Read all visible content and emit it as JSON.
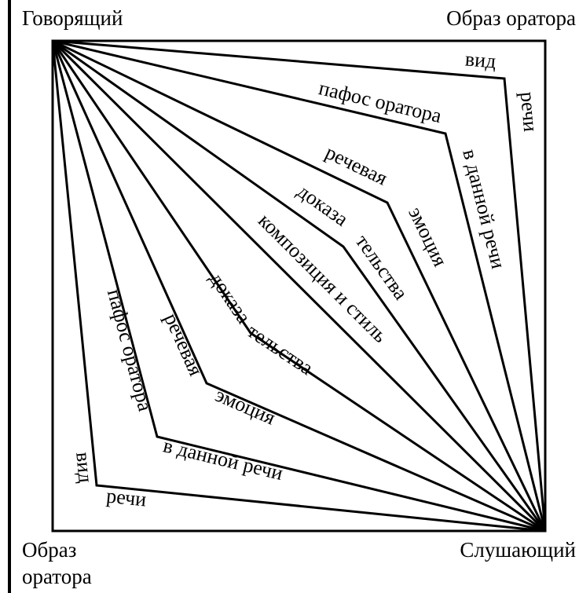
{
  "labels": {
    "top_left": "Говорящий",
    "top_right": "Образ оратора",
    "bottom_left_1": "Образ",
    "bottom_left_2": "оратора",
    "bottom_right": "Слушающий"
  },
  "segments": {
    "upper": {
      "vid": "вид",
      "rechi": "речи",
      "pafos": "пафос оратора",
      "v_dannoy": "в данной речи",
      "rechevaya": "речевая",
      "emotsiya": "эмоция",
      "dokaza": "доказа",
      "telstva": "тельства",
      "kompozitsiya": "композиция и стиль"
    },
    "lower": {
      "vid": "вид",
      "rechi": "речи",
      "pafos": "пафос оратора",
      "v_dannoy": "в данной речи",
      "rechevaya": "речевая",
      "emotsiya": "эмоция",
      "dokaza": "доказа",
      "telstva": "тельства"
    }
  },
  "colors": {
    "ink": "#000000",
    "paper": "#ffffff"
  }
}
